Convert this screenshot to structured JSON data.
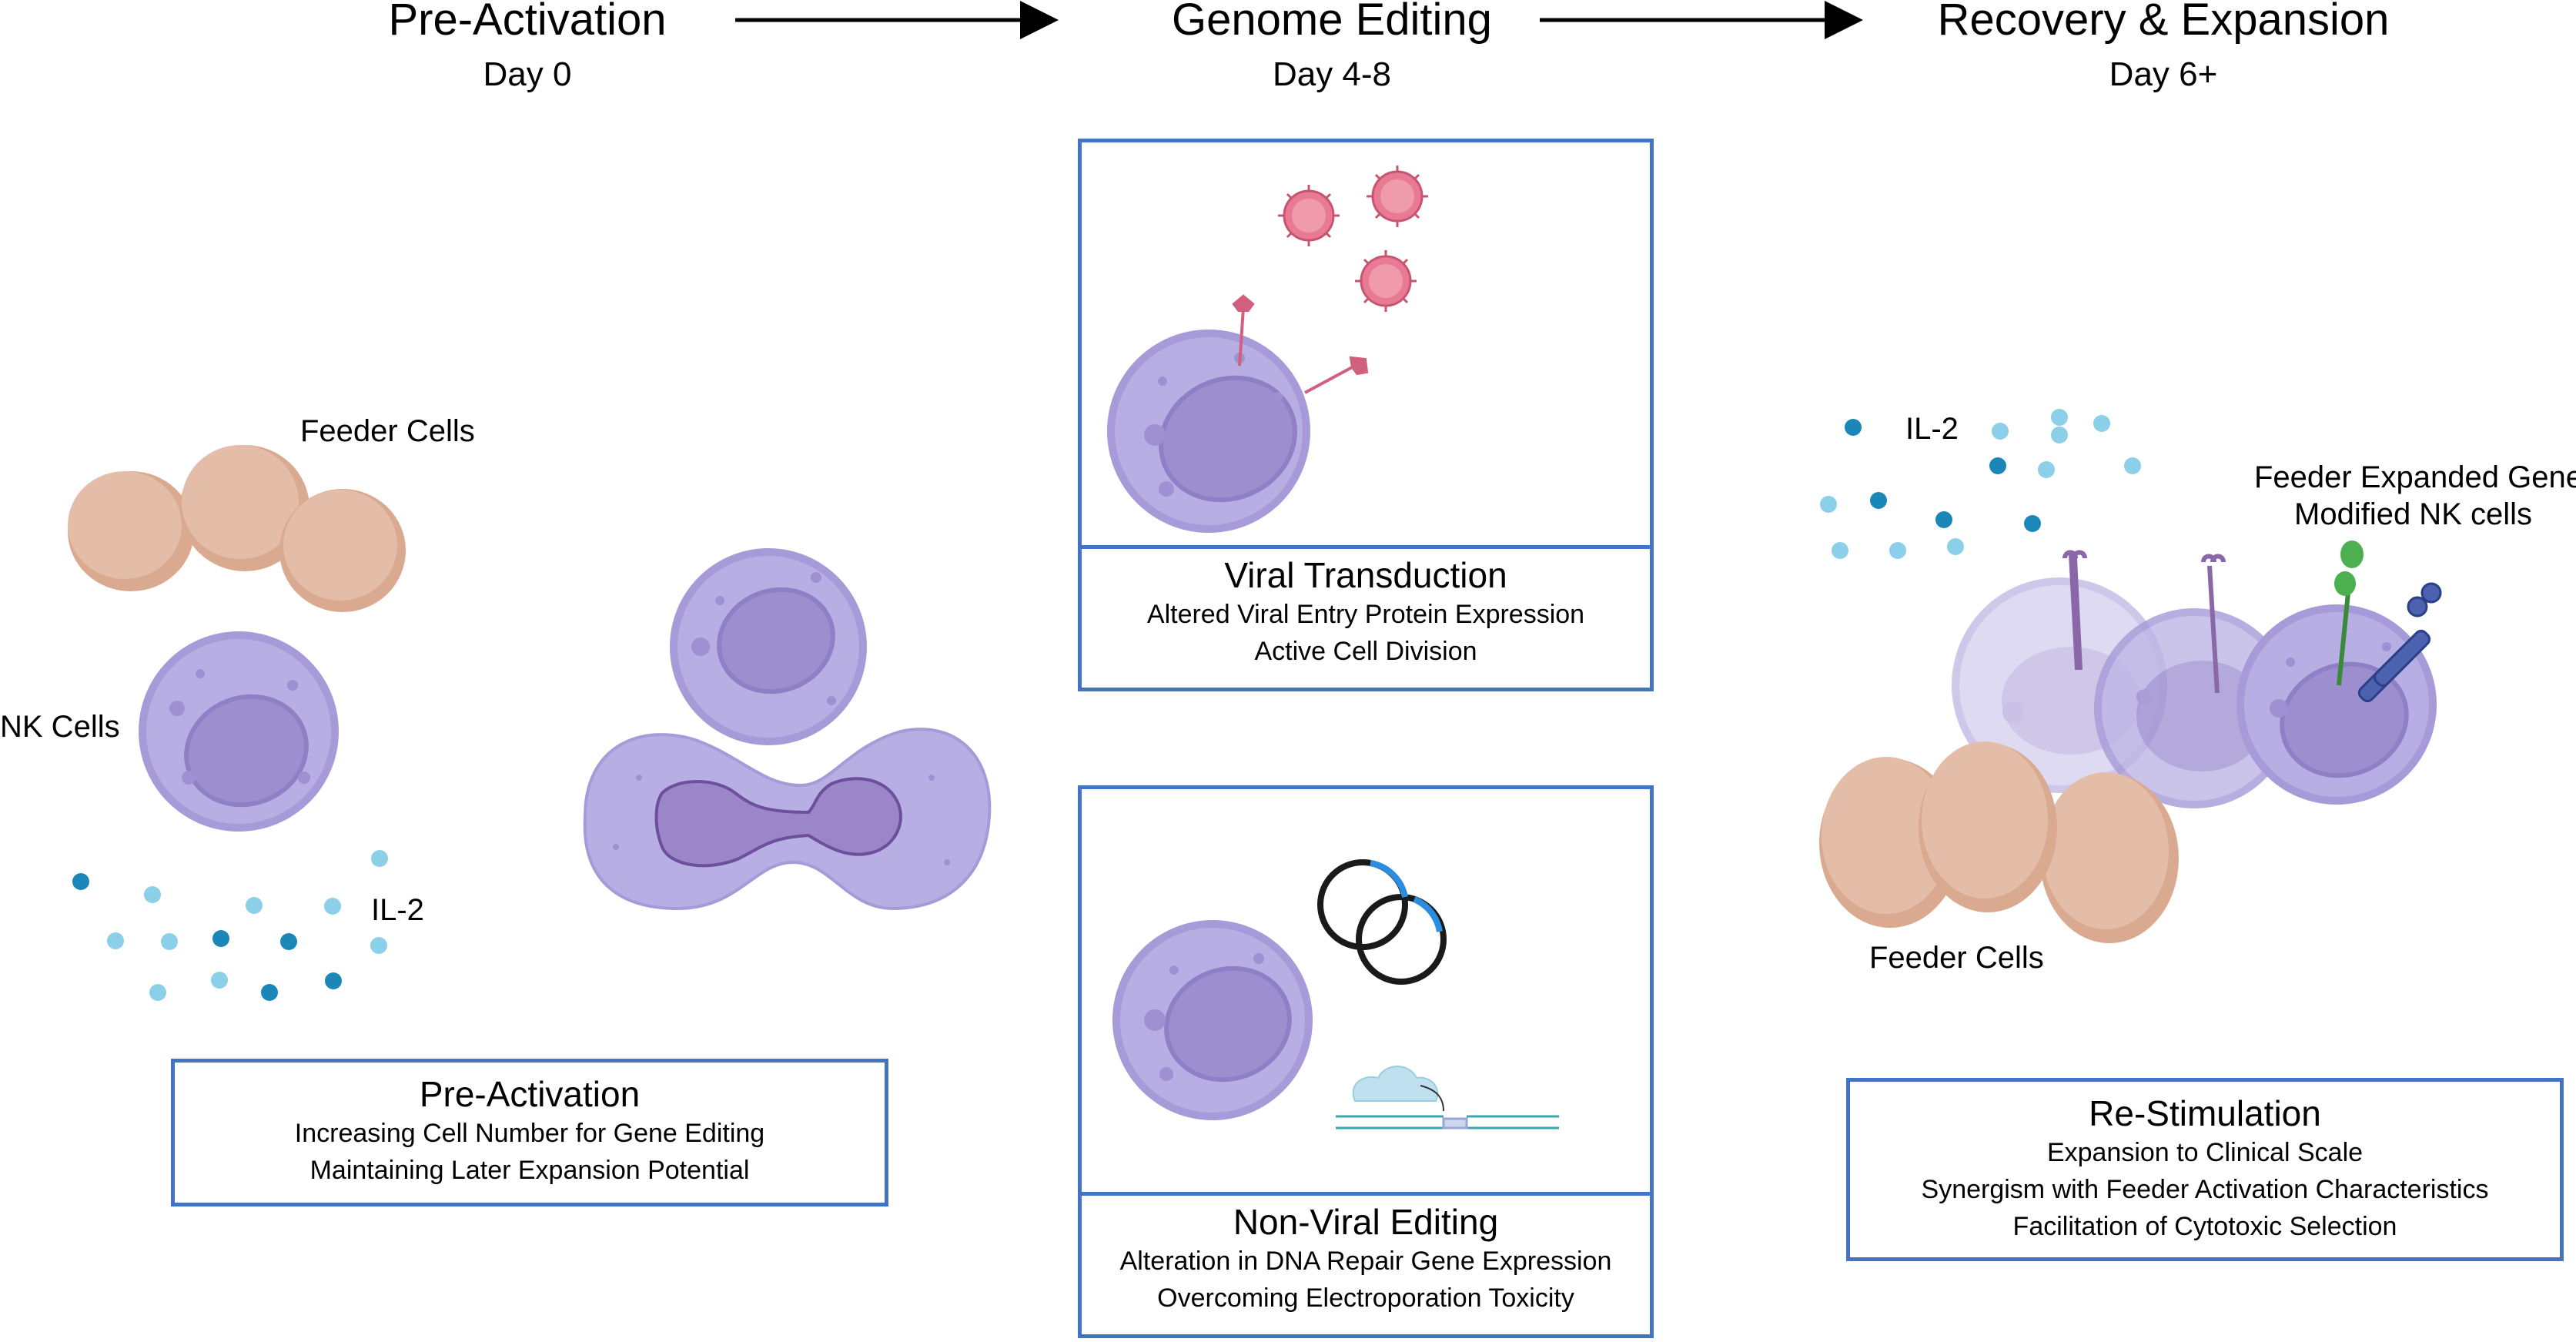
{
  "stages": [
    {
      "title": "Pre-Activation",
      "day": "Day 0"
    },
    {
      "title": "Genome Editing",
      "day": "Day 4-8"
    },
    {
      "title": "Recovery & Expansion",
      "day": "Day 6+"
    }
  ],
  "left_panel": {
    "feeder_label": "Feeder Cells",
    "nk_label": "NK Cells",
    "il2_label": "IL-2",
    "box": {
      "title": "Pre-Activation",
      "lines": [
        "Increasing Cell Number for Gene Editing",
        "Maintaining Later Expansion Potential"
      ]
    }
  },
  "middle_panel": {
    "viral_box": {
      "title": "Viral Transduction",
      "lines": [
        "Altered Viral Entry Protein Expression",
        "Active Cell Division"
      ]
    },
    "nonviral_box": {
      "title": "Non-Viral Editing",
      "lines": [
        "Alteration in DNA Repair Gene Expression",
        "Overcoming Electroporation Toxicity"
      ]
    }
  },
  "right_panel": {
    "il2_label": "IL-2",
    "modified_label_line1": "Feeder Expanded Gene",
    "modified_label_line2": "Modified NK cells",
    "feeder_label": "Feeder Cells",
    "box": {
      "title": "Re-Stimulation",
      "lines": [
        "Expansion to Clinical Scale",
        "Synergism with Feeder Activation Characteristics",
        "Facilitation of Cytotoxic Selection"
      ]
    }
  },
  "colors": {
    "box_border": "#4472c4",
    "nk_cell": "#b3acdf",
    "nk_nucleus": "#9a88cc",
    "feeder_cell": "#e2bba6",
    "virus": "#e87b93",
    "il2_light": "#7fcbe6",
    "il2_dark": "#1b87b9"
  }
}
